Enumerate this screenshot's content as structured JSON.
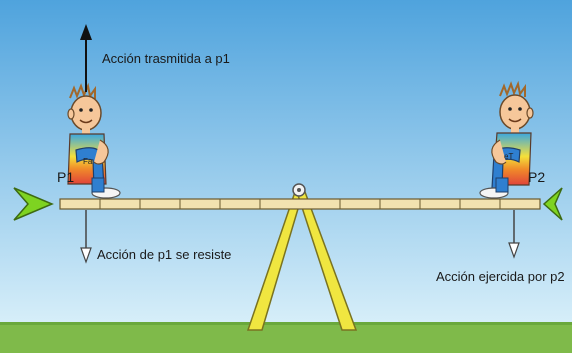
{
  "labels": {
    "action_transmitted": "Acción trasmitida  a p1",
    "p1": "P1",
    "p2": "P2",
    "action_p1_resists": "Acción de p1 se resiste",
    "action_by_p2": "Acción ejercida por p2",
    "shirt_p1": "Fa",
    "shirt_p2": "eT"
  },
  "colors": {
    "sky_top": "#4fa3dd",
    "sky_bottom": "#cfeaf8",
    "grass": "#7fba4a",
    "plank": "#f2e2b0",
    "fulcrum": "#f0e640",
    "pivot_marker": "#7ed321"
  },
  "icons": {
    "left_marker": "triangle-right-icon",
    "right_marker": "triangle-left-icon",
    "up_arrow": "arrow-up-icon",
    "down_arrows": "arrow-down-icon"
  }
}
